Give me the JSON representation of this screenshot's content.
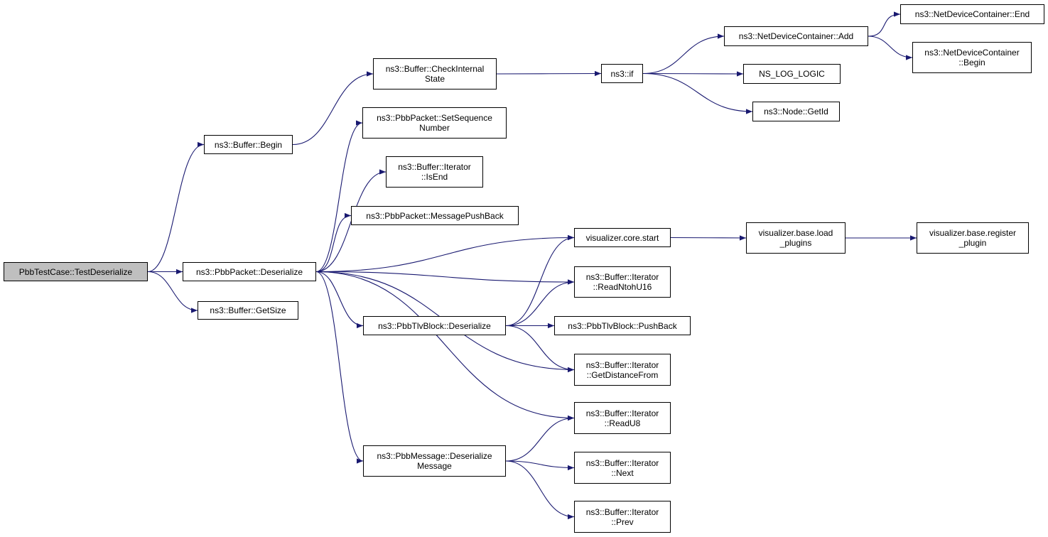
{
  "colors": {
    "edge": "#191970",
    "root_fill": "#bfbfbf",
    "node_fill": "#ffffff",
    "border": "#000000"
  },
  "nodes": [
    {
      "id": "root",
      "lines": [
        "PbbTestCase::TestDeserialize"
      ],
      "root": true
    },
    {
      "id": "buf_begin",
      "lines": [
        "ns3::Buffer::Begin"
      ]
    },
    {
      "id": "pbb_deser",
      "lines": [
        "ns3::PbbPacket::Deserialize"
      ]
    },
    {
      "id": "buf_getsize",
      "lines": [
        "ns3::Buffer::GetSize"
      ]
    },
    {
      "id": "check_internal",
      "lines": [
        "ns3::Buffer::CheckInternal",
        "State"
      ]
    },
    {
      "id": "set_seq",
      "lines": [
        "ns3::PbbPacket::SetSequence",
        "Number"
      ]
    },
    {
      "id": "iter_isend",
      "lines": [
        "ns3::Buffer::Iterator",
        "::IsEnd"
      ]
    },
    {
      "id": "msg_pushback",
      "lines": [
        "ns3::PbbPacket::MessagePushBack"
      ]
    },
    {
      "id": "tlv_deser",
      "lines": [
        "ns3::PbbTlvBlock::Deserialize"
      ]
    },
    {
      "id": "msg_deser",
      "lines": [
        "ns3::PbbMessage::Deserialize",
        "Message"
      ]
    },
    {
      "id": "ns3_if",
      "lines": [
        "ns3::if"
      ]
    },
    {
      "id": "ndc_add",
      "lines": [
        "ns3::NetDeviceContainer::Add"
      ]
    },
    {
      "id": "ns_log",
      "lines": [
        "NS_LOG_LOGIC"
      ]
    },
    {
      "id": "node_getid",
      "lines": [
        "ns3::Node::GetId"
      ]
    },
    {
      "id": "ndc_end",
      "lines": [
        "ns3::NetDeviceContainer::End"
      ]
    },
    {
      "id": "ndc_begin",
      "lines": [
        "ns3::NetDeviceContainer",
        "::Begin"
      ]
    },
    {
      "id": "vis_start",
      "lines": [
        "visualizer.core.start"
      ]
    },
    {
      "id": "vis_load",
      "lines": [
        "visualizer.base.load",
        "_plugins"
      ]
    },
    {
      "id": "vis_register",
      "lines": [
        "visualizer.base.register",
        "_plugin"
      ]
    },
    {
      "id": "iter_readntoh",
      "lines": [
        "ns3::Buffer::Iterator",
        "::ReadNtohU16"
      ]
    },
    {
      "id": "tlv_pushback",
      "lines": [
        "ns3::PbbTlvBlock::PushBack"
      ]
    },
    {
      "id": "iter_getdist",
      "lines": [
        "ns3::Buffer::Iterator",
        "::GetDistanceFrom"
      ]
    },
    {
      "id": "iter_readu8",
      "lines": [
        "ns3::Buffer::Iterator",
        "::ReadU8"
      ]
    },
    {
      "id": "iter_next",
      "lines": [
        "ns3::Buffer::Iterator",
        "::Next"
      ]
    },
    {
      "id": "iter_prev",
      "lines": [
        "ns3::Buffer::Iterator",
        "::Prev"
      ]
    }
  ],
  "edges": [
    [
      "root",
      "buf_begin"
    ],
    [
      "root",
      "pbb_deser"
    ],
    [
      "root",
      "buf_getsize"
    ],
    [
      "buf_begin",
      "check_internal"
    ],
    [
      "check_internal",
      "ns3_if"
    ],
    [
      "ns3_if",
      "ndc_add"
    ],
    [
      "ns3_if",
      "ns_log"
    ],
    [
      "ns3_if",
      "node_getid"
    ],
    [
      "ndc_add",
      "ndc_end"
    ],
    [
      "ndc_add",
      "ndc_begin"
    ],
    [
      "pbb_deser",
      "set_seq"
    ],
    [
      "pbb_deser",
      "iter_isend"
    ],
    [
      "pbb_deser",
      "msg_pushback"
    ],
    [
      "pbb_deser",
      "vis_start"
    ],
    [
      "pbb_deser",
      "iter_readntoh"
    ],
    [
      "pbb_deser",
      "tlv_deser"
    ],
    [
      "pbb_deser",
      "iter_getdist"
    ],
    [
      "pbb_deser",
      "iter_readu8"
    ],
    [
      "pbb_deser",
      "msg_deser"
    ],
    [
      "vis_start",
      "vis_load"
    ],
    [
      "vis_load",
      "vis_register"
    ],
    [
      "tlv_deser",
      "vis_start"
    ],
    [
      "tlv_deser",
      "iter_readntoh"
    ],
    [
      "tlv_deser",
      "tlv_pushback"
    ],
    [
      "tlv_deser",
      "iter_getdist"
    ],
    [
      "msg_deser",
      "iter_readu8"
    ],
    [
      "msg_deser",
      "iter_next"
    ],
    [
      "msg_deser",
      "iter_prev"
    ]
  ]
}
